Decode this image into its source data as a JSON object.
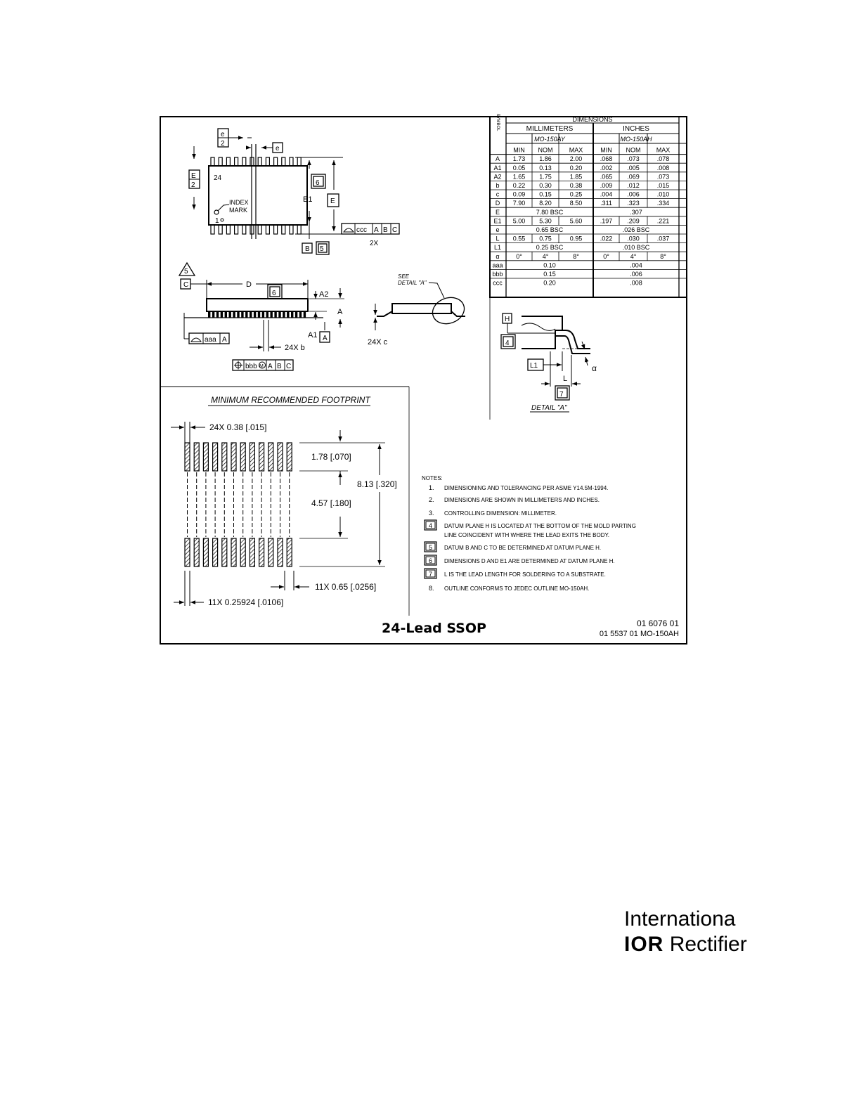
{
  "title": "24-Lead SSOP",
  "codes": {
    "line1": "01 6076 01",
    "line2": "01 5537 01  MO-150AH"
  },
  "table": {
    "symbol_header": "S Y M B O L",
    "dimensions_header": "DIMENSIONS",
    "mm_header": "MILLIMETERS",
    "mm_std": "MO-150AY",
    "in_header": "INCHES",
    "in_std": "MO-150AH",
    "sub_headers": [
      "MIN",
      "NOM",
      "MAX",
      "MIN",
      "NOM",
      "MAX"
    ],
    "rows": [
      {
        "sym": "A",
        "mm": [
          "1.73",
          "1.86",
          "2.00"
        ],
        "in": [
          ".068",
          ".073",
          ".078"
        ]
      },
      {
        "sym": "A1",
        "mm": [
          "0.05",
          "0.13",
          "0.20"
        ],
        "in": [
          ".002",
          ".005",
          ".008"
        ]
      },
      {
        "sym": "A2",
        "mm": [
          "1.65",
          "1.75",
          "1.85"
        ],
        "in": [
          ".065",
          ".069",
          ".073"
        ]
      },
      {
        "sym": "b",
        "mm": [
          "0.22",
          "0.30",
          "0.38"
        ],
        "in": [
          ".009",
          ".012",
          ".015"
        ]
      },
      {
        "sym": "c",
        "mm": [
          "0.09",
          "0.15",
          "0.25"
        ],
        "in": [
          ".004",
          ".006",
          ".010"
        ]
      },
      {
        "sym": "D",
        "mm": [
          "7.90",
          "8.20",
          "8.50"
        ],
        "in": [
          ".311",
          ".323",
          ".334"
        ]
      },
      {
        "sym": "E",
        "mm_span": "7.80 BSC",
        "in_span": ".307"
      },
      {
        "sym": "E1",
        "mm": [
          "5.00",
          "5.30",
          "5.60"
        ],
        "in": [
          ".197",
          ".209",
          ".221"
        ]
      },
      {
        "sym": "e",
        "mm_span": "0.65 BSC",
        "in_span": ".026 BSC"
      },
      {
        "sym": "L",
        "mm": [
          "0.55",
          "0.75",
          "0.95"
        ],
        "in": [
          ".022",
          ".030",
          ".037"
        ]
      },
      {
        "sym": "L1",
        "mm_span": "0.25 BSC",
        "in_span": ".010 BSC"
      },
      {
        "sym": "α",
        "mm": [
          "0°",
          "4°",
          "8°"
        ],
        "in": [
          "0°",
          "4°",
          "8°"
        ]
      },
      {
        "sym": "aaa",
        "mm_span": "0.10",
        "in_span": ".004"
      },
      {
        "sym": "bbb",
        "mm_span": "0.15",
        "in_span": ".006"
      },
      {
        "sym": "ccc",
        "mm_span": "0.20",
        "in_span": ".008"
      }
    ]
  },
  "top_view": {
    "e_over_2": [
      "e",
      "2"
    ],
    "e_box": "e",
    "E_over_2": [
      "E",
      "2"
    ],
    "pin24": "24",
    "pin1": "1",
    "index_mark": [
      "INDEX",
      "MARK"
    ],
    "E1": "E1",
    "E_box": "E",
    "datum_B": "B",
    "note5": "5",
    "note6": "6",
    "tol_ccc": [
      "ccc",
      "A",
      "B",
      "C"
    ],
    "twox": "2X"
  },
  "side_view": {
    "note5": "5",
    "datum_C": "C",
    "D": "D",
    "note6": "6",
    "A2": "A2",
    "A": "A",
    "A1": "A1",
    "datum_A": "A",
    "tol_aaa": [
      "aaa",
      "A"
    ],
    "b24": "24X b",
    "tol_bbb": [
      "bbb",
      "M",
      "A",
      "B",
      "C"
    ]
  },
  "end_view": {
    "see_detail": [
      "SEE",
      "DETAIL \"A\""
    ],
    "c24": "24X c"
  },
  "detail": {
    "H": "H",
    "note4": "4",
    "L1": "L1",
    "L": "L",
    "alpha": "α",
    "note7": "7",
    "caption": "DETAIL \"A\""
  },
  "footprint": {
    "heading": "MINIMUM RECOMMENDED FOOTPRINT",
    "pad_width": "24X 0.38 [.015]",
    "pad_len": "1.78 [.070]",
    "total": "8.13 [.320]",
    "gap": "4.57 [.180]",
    "pitch": "11X 0.65 [.0256]",
    "span": "11X 0.25924 [.0106]"
  },
  "notes": {
    "heading": "NOTES:",
    "items": [
      {
        "n": "1.",
        "text": "DIMENSIONING AND TOLERANCING PER ASME Y14.5M-1994."
      },
      {
        "n": "2.",
        "text": "DIMENSIONS ARE SHOWN IN MILLIMETERS AND INCHES."
      },
      {
        "n": "3.",
        "text": "CONTROLLING DIMENSION: MILLIMETER."
      },
      {
        "n": "4",
        "text": "DATUM PLANE H IS LOCATED AT THE BOTTOM OF THE MOLD PARTING",
        "text2": "LINE COINCIDENT WITH WHERE THE LEAD EXITS THE BODY."
      },
      {
        "n": "5",
        "text": "DATUM B AND C TO BE DETERMINED AT DATUM PLANE H."
      },
      {
        "n": "6",
        "text": "DIMENSIONS D AND E1 ARE DETERMINED AT DATUM PLANE H."
      },
      {
        "n": "7",
        "text": "L IS THE LEAD LENGTH FOR SOLDERING TO A SUBSTRATE."
      },
      {
        "n": "8.",
        "text": "OUTLINE CONFORMS TO JEDEC OUTLINE MO-150AH."
      }
    ]
  },
  "logo": {
    "line1": "Internationa",
    "ior": "IOR",
    "line2": "Rectifier"
  }
}
